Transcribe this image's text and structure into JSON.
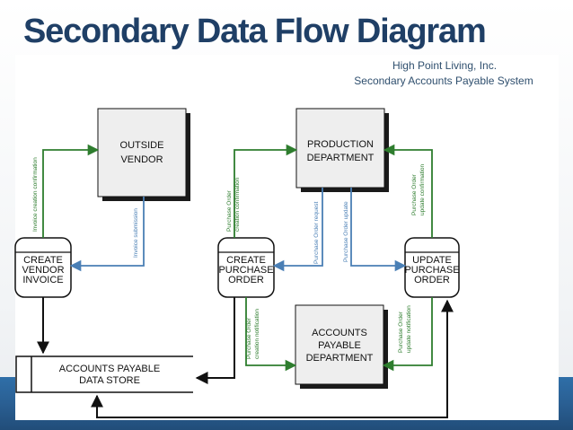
{
  "slide": {
    "title": "Secondary Data Flow Diagram"
  },
  "diagram": {
    "company": "High Point Living, Inc.",
    "system": "Secondary Accounts Payable System",
    "entities": {
      "outside_vendor": [
        "OUTSIDE",
        "VENDOR"
      ],
      "production_department": [
        "PRODUCTION",
        "DEPARTMENT"
      ],
      "accounts_payable_department": [
        "ACCOUNTS",
        "PAYABLE",
        "DEPARTMENT"
      ]
    },
    "processes": {
      "create_vendor_invoice": [
        "CREATE",
        "VENDOR",
        "INVOICE"
      ],
      "create_purchase_order": [
        "CREATE",
        "PURCHASE",
        "ORDER"
      ],
      "update_purchase_order": [
        "UPDATE",
        "PURCHASE",
        "ORDER"
      ]
    },
    "data_store": [
      "ACCOUNTS PAYABLE",
      "DATA STORE"
    ],
    "flows": {
      "invoice_creation_confirmation": "Invoice creation confirmation",
      "invoice_submission": "Invoice submission",
      "po_creation_confirmation": [
        "Purchase Order",
        "creation confirmation"
      ],
      "po_request": "Purchase Order request",
      "po_update": "Purchase Order update",
      "po_update_confirmation": [
        "Purchase Order",
        "update confirmation"
      ],
      "po_creation_notification": [
        "Purchase Order",
        "creation notification"
      ],
      "po_update_notification": [
        "Purchase Order",
        "update notification"
      ]
    },
    "colors": {
      "green_flow": "#2e7d2e",
      "blue_flow": "#4a7fb5",
      "black_flow": "#111111",
      "entity_fill": "#eeeeee",
      "entity_shadow": "#1a1a1a",
      "title": "#1f3f66",
      "band": "#2a5f93"
    }
  }
}
